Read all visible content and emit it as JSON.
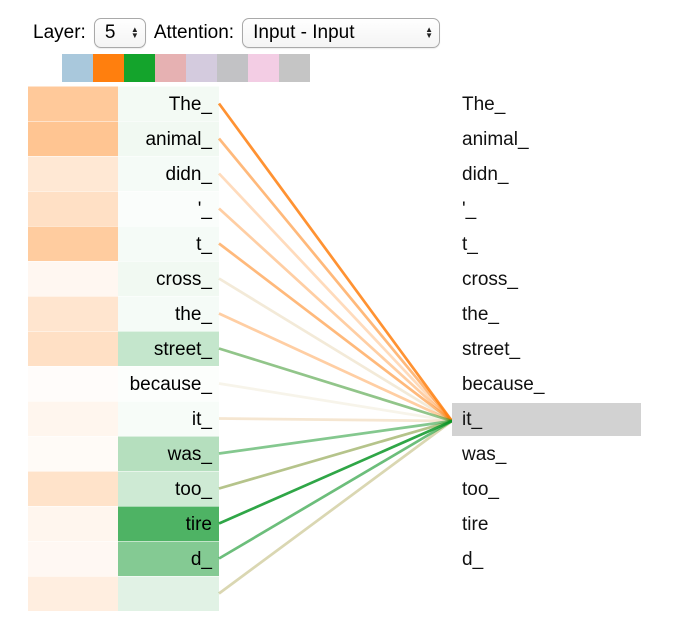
{
  "controls": {
    "layer_label": "Layer:",
    "layer_value": "5",
    "attention_label": "Attention:",
    "attention_value": "Input - Input"
  },
  "colors": {
    "orange_head": "#ff7f0e",
    "green_head_rgb": [
      10,
      150,
      40
    ],
    "orange_head_rgb": [
      255,
      127,
      14
    ],
    "selected_token_highlight": "#d2d2d2"
  },
  "heads": [
    {
      "name": "head-1",
      "color": "#a9c8dc",
      "selected": false
    },
    {
      "name": "head-2",
      "color": "#ff7f0e",
      "selected": true
    },
    {
      "name": "head-3",
      "color": "#14a42c",
      "selected": true
    },
    {
      "name": "head-4",
      "color": "#e6b1b2",
      "selected": false
    },
    {
      "name": "head-5",
      "color": "#d4cbde",
      "selected": false
    },
    {
      "name": "head-6",
      "color": "#c2c2c5",
      "selected": false
    },
    {
      "name": "head-7",
      "color": "#f3cde4",
      "selected": false
    },
    {
      "name": "head-8",
      "color": "#c5c5c5",
      "selected": false
    }
  ],
  "left_tokens": [
    {
      "text": "The_",
      "orange_weight": 0.42,
      "green_weight": 0.05,
      "line_orange": 0.85,
      "line_green": 0.0
    },
    {
      "text": "animal_",
      "orange_weight": 0.45,
      "green_weight": 0.06,
      "line_orange": 0.55,
      "line_green": 0.0
    },
    {
      "text": "didn_",
      "orange_weight": 0.18,
      "green_weight": 0.04,
      "line_orange": 0.28,
      "line_green": 0.0
    },
    {
      "text": "'_",
      "orange_weight": 0.24,
      "green_weight": 0.02,
      "line_orange": 0.38,
      "line_green": 0.0
    },
    {
      "text": "t_",
      "orange_weight": 0.4,
      "green_weight": 0.04,
      "line_orange": 0.55,
      "line_green": 0.0
    },
    {
      "text": "cross_",
      "orange_weight": 0.06,
      "green_weight": 0.06,
      "line_orange": 0.12,
      "line_green": 0.05
    },
    {
      "text": "the_",
      "orange_weight": 0.2,
      "green_weight": 0.04,
      "line_orange": 0.38,
      "line_green": 0.0
    },
    {
      "text": "street_",
      "orange_weight": 0.24,
      "green_weight": 0.24,
      "line_orange": 0.15,
      "line_green": 0.45
    },
    {
      "text": "because_",
      "orange_weight": 0.02,
      "green_weight": 0.01,
      "line_orange": 0.06,
      "line_green": 0.03
    },
    {
      "text": "it_",
      "orange_weight": 0.07,
      "green_weight": 0.03,
      "line_orange": 0.16,
      "line_green": 0.04
    },
    {
      "text": "was_",
      "orange_weight": 0.03,
      "green_weight": 0.3,
      "line_orange": 0.04,
      "line_green": 0.5
    },
    {
      "text": "too_",
      "orange_weight": 0.22,
      "green_weight": 0.2,
      "line_orange": 0.3,
      "line_green": 0.3
    },
    {
      "text": "tire",
      "orange_weight": 0.07,
      "green_weight": 0.72,
      "line_orange": 0.04,
      "line_green": 0.85
    },
    {
      "text": "d_",
      "orange_weight": 0.05,
      "green_weight": 0.5,
      "line_orange": 0.03,
      "line_green": 0.6
    },
    {
      "text": "",
      "orange_weight": 0.13,
      "green_weight": 0.12,
      "line_orange": 0.22,
      "line_green": 0.15
    }
  ],
  "right_tokens": [
    {
      "text": "The_",
      "selected": false
    },
    {
      "text": "animal_",
      "selected": false
    },
    {
      "text": "didn_",
      "selected": false
    },
    {
      "text": "'_",
      "selected": false
    },
    {
      "text": "t_",
      "selected": false
    },
    {
      "text": "cross_",
      "selected": false
    },
    {
      "text": "the_",
      "selected": false
    },
    {
      "text": "street_",
      "selected": false
    },
    {
      "text": "because_",
      "selected": false
    },
    {
      "text": "it_",
      "selected": true
    },
    {
      "text": "was_",
      "selected": false
    },
    {
      "text": "too_",
      "selected": false
    },
    {
      "text": "tire",
      "selected": false
    },
    {
      "text": "d_",
      "selected": false
    }
  ]
}
